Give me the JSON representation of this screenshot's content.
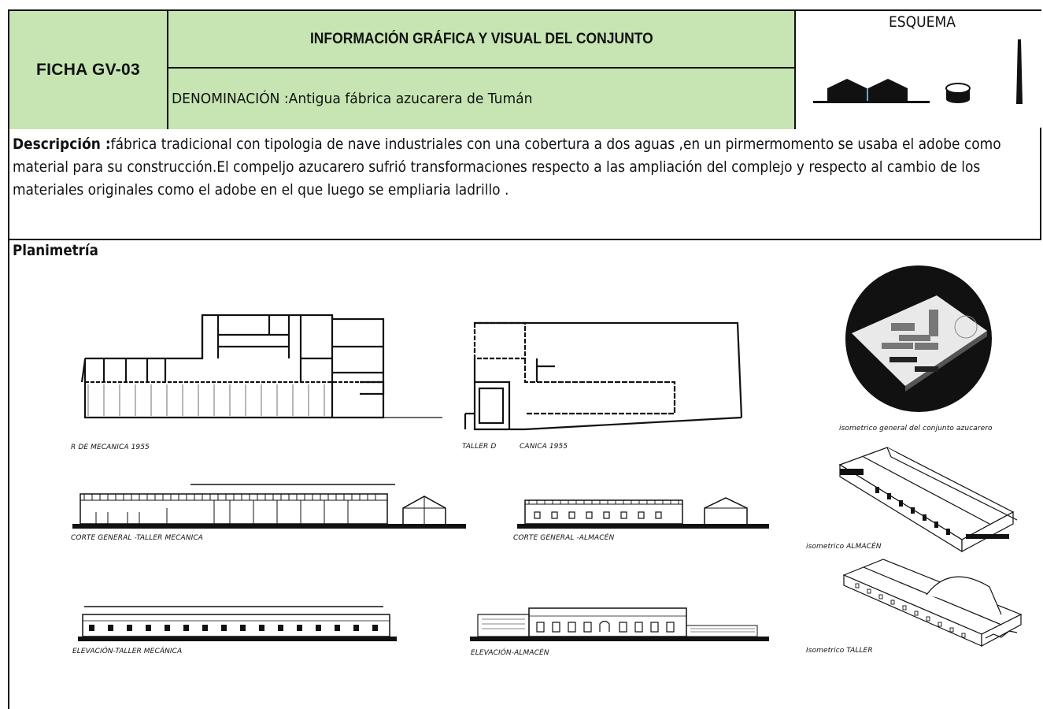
{
  "header": {
    "ficha": "FICHA GV-03",
    "title": "INFORMACIÓN GRÁFICA Y VISUAL DEL CONJUNTO",
    "denominacion": "DENOMINACIÓN :Antigua fábrica  azucarera  de Tumán",
    "esquema": "ESQUEMA"
  },
  "description": {
    "label": "Descripción :",
    "text": "fábrica tradicional con tipologia de nave industriales con una cobertura a dos aguas ,en un pirmermomento se usaba el adobe como material para su construcción.El compeljo azucarero sufrió transformaciones respecto a las ampliación del complejo y respecto al cambio de los materiales originales  como el adobe en el que luego se empliaria ladrillo  ."
  },
  "planimetria": {
    "title": "Planimetría",
    "captions": {
      "plan1": "R DE MECANICA  1955",
      "plan2_a": "TALLER D",
      "plan2_b": "CANICA  1955",
      "iso_general": "isometrico general del conjunto azucarero",
      "corte1": "CORTE GENERAL -TALLER MECANICA",
      "corte2": "CORTE GENERAL -ALMACÉN",
      "iso_almacen": "isometrico ALMACÉN",
      "elev1": "ELEVACIÓN-TALLER MECÁNICA",
      "elev2": "ELEVACIÓN-ALMACÉN",
      "iso_taller": "Isometrico TALLER"
    }
  },
  "colors": {
    "header_fill": "#c6e5b3",
    "line": "#111111"
  }
}
